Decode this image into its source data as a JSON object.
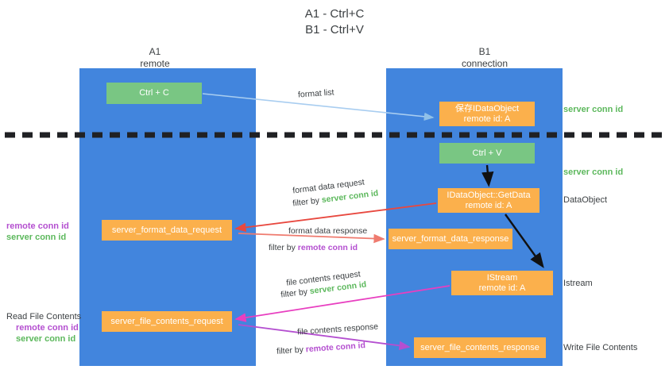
{
  "title": {
    "line1": "A1 - Ctrl+C",
    "line2": "B1 - Ctrl+V"
  },
  "lanes": [
    {
      "id": "a1",
      "name": "A1",
      "role": "remote",
      "color": "#4285dd"
    },
    {
      "id": "b1",
      "name": "B1",
      "role": "connection",
      "color": "#4285dd"
    }
  ],
  "nodes": {
    "ctrl_c": {
      "label": "Ctrl + C",
      "sub": "",
      "color": "#79c683"
    },
    "save_dataobject": {
      "label": "保存IDataObject",
      "sub": "remote id: A",
      "color": "#fbb04c"
    },
    "ctrl_v": {
      "label": "Ctrl + V",
      "sub": "",
      "color": "#79c683"
    },
    "getdata": {
      "label": "IDataObject::GetData",
      "sub": "remote id: A",
      "color": "#fbb04c"
    },
    "format_data_request": {
      "label": "server_format_data_request",
      "sub": "",
      "color": "#fbb04c"
    },
    "format_data_response": {
      "label": "server_format_data_response",
      "sub": "",
      "color": "#fbb04c"
    },
    "istream": {
      "label": "IStream",
      "sub": "remote id: A",
      "color": "#fbb04c"
    },
    "file_contents_request": {
      "label": "server_file_contents_request",
      "sub": "",
      "color": "#fbb04c"
    },
    "file_contents_response": {
      "label": "server_file_contents_response",
      "sub": "",
      "color": "#fbb04c"
    }
  },
  "edges": {
    "format_list": {
      "label": "format list",
      "color": "#a8cdf0"
    },
    "format_data_request": {
      "line1": "format data request",
      "line2_prefix": "filter by ",
      "line2_em": "server conn id",
      "color": "#e8483f",
      "em_color": "#5cb85c"
    },
    "format_data_response": {
      "line1": "format data response",
      "line2_prefix": "filter by ",
      "line2_em": "remote conn id",
      "color": "#ef7b6f",
      "em_color": "#b44fd0"
    },
    "file_contents_request": {
      "line1": "file contents request",
      "line2_prefix": "filter by ",
      "line2_em": "server conn id",
      "color": "#e83fc0",
      "em_color": "#5cb85c"
    },
    "file_contents_response": {
      "line1": "file contents response",
      "line2_prefix": "filter by ",
      "line2_em": "remote conn id",
      "color": "#b44fd0",
      "em_color": "#b44fd0"
    }
  },
  "annotations": {
    "right": [
      {
        "id": "server-conn-id-top",
        "text": "server conn id",
        "style": "green"
      },
      {
        "id": "server-conn-id-second",
        "text": "server conn id",
        "style": "green"
      },
      {
        "id": "dataobject",
        "text": "DataObject",
        "style": "plain"
      },
      {
        "id": "istream",
        "text": "Istream",
        "style": "plain"
      },
      {
        "id": "write-file-contents",
        "text": "Write File Contents",
        "style": "plain"
      }
    ],
    "left": [
      {
        "id": "format-data-ids",
        "heading": "",
        "line1": "remote conn id",
        "line2": "server conn id"
      },
      {
        "id": "read-file-contents",
        "heading": "Read File Contents",
        "line1": "remote conn id",
        "line2": "server conn id"
      }
    ]
  },
  "colors": {
    "lane": "#4285dd",
    "green_box": "#79c683",
    "orange_box": "#fbb04c",
    "green_text": "#5cb85c",
    "purple_text": "#b44fd0",
    "divider": "#202124"
  }
}
